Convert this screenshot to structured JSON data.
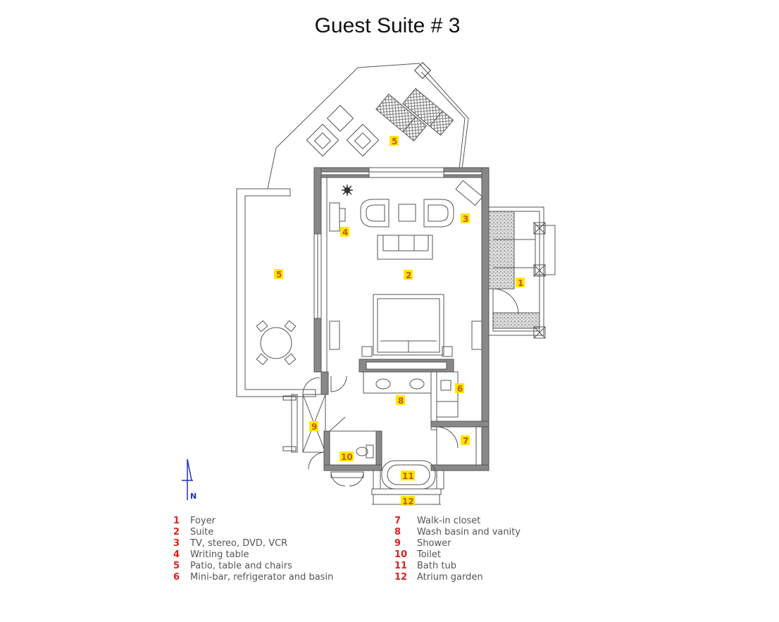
{
  "title": "Guest Suite # 3",
  "compass": {
    "label": "N",
    "icon": "north-arrow-icon",
    "color": "#2030c0"
  },
  "colors": {
    "label_fill": "#ffe600",
    "label_text": "#c45a00",
    "legend_number": "#e0201a",
    "legend_text": "#555555",
    "wall": "#555555"
  },
  "plan_labels": [
    {
      "id": "patio-top",
      "text": "5"
    },
    {
      "id": "patio-left",
      "text": "5"
    },
    {
      "id": "tv",
      "text": "3"
    },
    {
      "id": "writing",
      "text": "4"
    },
    {
      "id": "suite",
      "text": "2"
    },
    {
      "id": "foyer",
      "text": "1"
    },
    {
      "id": "minibar",
      "text": "6"
    },
    {
      "id": "vanity",
      "text": "8"
    },
    {
      "id": "shower",
      "text": "9"
    },
    {
      "id": "closet",
      "text": "7"
    },
    {
      "id": "toilet",
      "text": "10"
    },
    {
      "id": "bath",
      "text": "11"
    },
    {
      "id": "atrium",
      "text": "12"
    }
  ],
  "legend_left": [
    {
      "num": "1",
      "text": "Foyer"
    },
    {
      "num": "2",
      "text": "Suite"
    },
    {
      "num": "3",
      "text": "TV, stereo, DVD, VCR"
    },
    {
      "num": "4",
      "text": "Writing table"
    },
    {
      "num": "5",
      "text": "Patio, table and chairs"
    },
    {
      "num": "6",
      "text": "Mini-bar, refrigerator and basin"
    }
  ],
  "legend_right": [
    {
      "num": "7",
      "text": "Walk-in closet"
    },
    {
      "num": "8",
      "text": "Wash basin and vanity"
    },
    {
      "num": "9",
      "text": "Shower"
    },
    {
      "num": "10",
      "text": "Toilet"
    },
    {
      "num": "11",
      "text": "Bath tub"
    },
    {
      "num": "12",
      "text": "Atrium garden"
    }
  ]
}
